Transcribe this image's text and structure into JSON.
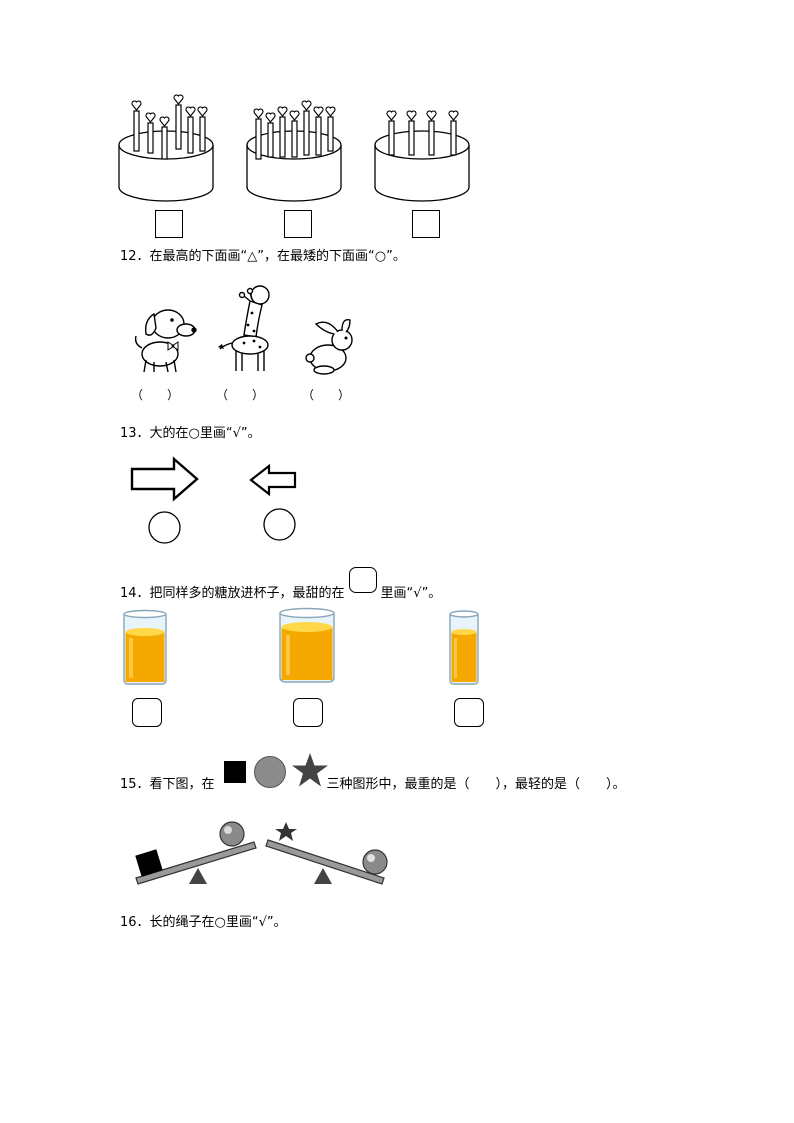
{
  "q12": {
    "text": "12．在最高的下面画“△”，在最矮的下面画“○”。",
    "parens": [
      "（　　）",
      "（　　）",
      "（　　）"
    ]
  },
  "q13": {
    "text": "13．大的在○里画“√”。"
  },
  "q14": {
    "before": "14．把同样多的糖放进杯子，最甜的在",
    "after": "里画“√”。"
  },
  "q15": {
    "before": "15．看下图，在",
    "after": "三种图形中，最重的是（　　），最轻的是（　　）。"
  },
  "q16": {
    "text": "16．长的绳子在○里画“√”。"
  },
  "colors": {
    "juice": "#f5a800",
    "juice_top": "#ffd84a",
    "glass": "#cfe9f7",
    "beam": "#8a8a8a",
    "circle_shape": "#8c8c8c"
  },
  "icons": [
    "cake-icon",
    "dog-icon",
    "giraffe-icon",
    "rabbit-icon",
    "arrow-icon",
    "glass-icon",
    "square-icon",
    "circle-icon",
    "star-icon",
    "seesaw-icon"
  ]
}
